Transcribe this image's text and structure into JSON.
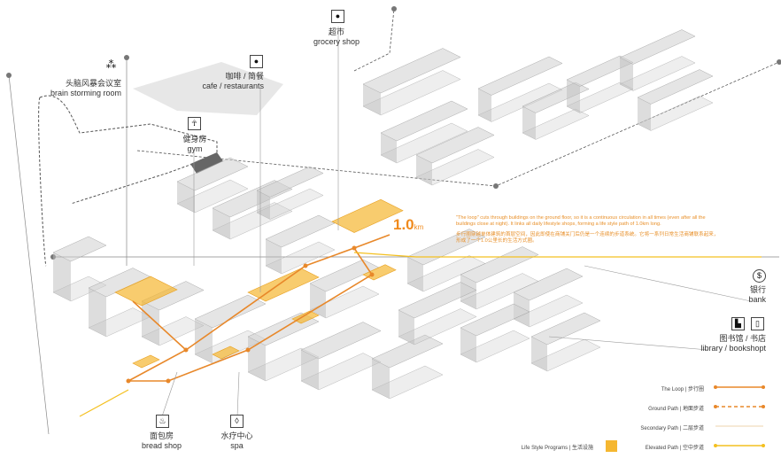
{
  "facilities": {
    "grocery": {
      "icon": "apple-icon",
      "zh": "超市",
      "en": "grocery shop"
    },
    "cafe": {
      "icon": "coffee-cup-icon",
      "zh": "咖啡 / 简餐",
      "en": "cafe / restaurants"
    },
    "brainstorm": {
      "icon": "grid-dots-icon",
      "zh": "头脑风暴会议室",
      "en": "brain storming room"
    },
    "gym": {
      "icon": "person-icon",
      "zh": "健身房",
      "en": "gym"
    },
    "bank": {
      "icon": "dollar-icon",
      "zh": "银行",
      "en": "bank"
    },
    "library": {
      "icon": "book-icon",
      "zh": "图书馆 / 书店",
      "en": "library / bookshopt"
    },
    "bread": {
      "icon": "bread-icon",
      "zh": "面包房",
      "en": "bread shop"
    },
    "spa": {
      "icon": "water-drop-icon",
      "zh": "水疗中心",
      "en": "spa"
    }
  },
  "distance": {
    "value": "1.0",
    "unit": "km"
  },
  "note": {
    "en": "\"The loop\" cuts through buildings on the ground floor, so it is a continuous circulation in all times (even after all the buildings close at night). It links all daily lifestyle shops, forming a life style path of 1.0km long.",
    "zh": "步行圈穿越单体建筑的首层空间，因此即使在商铺关门后仍是一个连续的步道系统。它将一系列日常生活商铺联系起来，形成了一个1.0公里长的生活方式圈。"
  },
  "legend": {
    "loop": "The Loop |  步行圈",
    "ground": "Ground Path |  地面步道",
    "secondary": "Secondary Path |  二层步道",
    "elevated": "Elevated Path |  空中步道",
    "programs": "Life Style Programs |  生活设施"
  },
  "colors": {
    "loop": "#e8882a",
    "elevated": "#f4c020",
    "program": "#f5b731",
    "building": "#cfcfcf"
  }
}
